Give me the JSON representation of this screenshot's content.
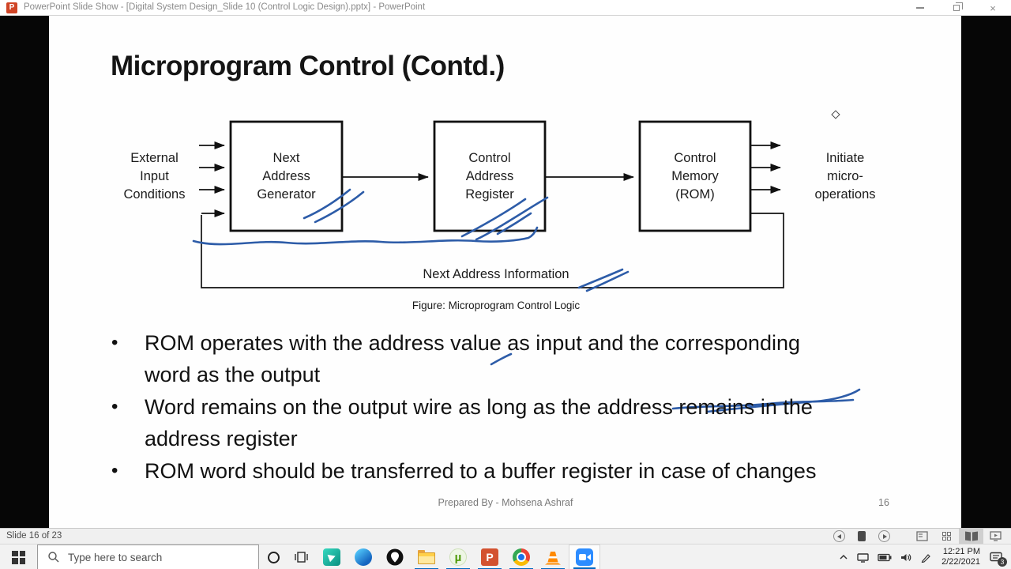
{
  "window": {
    "title": "PowerPoint Slide Show - [Digital System Design_Slide 10 (Control Logic Design).pptx] - PowerPoint",
    "app_icon_glyph": "P",
    "close_glyph": "×"
  },
  "slide": {
    "title": "Microprogram Control (Contd.)",
    "annotation_color": "#2d5ca8",
    "diagram": {
      "left_label": [
        "External",
        "Input",
        "Conditions"
      ],
      "boxes": [
        [
          "Next",
          "Address",
          "Generator"
        ],
        [
          "Control",
          "Address",
          "Register"
        ],
        [
          "Control",
          "Memory",
          "(ROM)"
        ]
      ],
      "right_label": [
        "Initiate",
        "micro-",
        "operations"
      ],
      "feedback_label": "Next Address Information",
      "caption": "Figure: Microprogram Control Logic"
    },
    "bullet_glyph": "•",
    "bullets": [
      {
        "lines": [
          "ROM operates with the address value as input and the corresponding",
          "word as the output"
        ]
      },
      {
        "lines": [
          "Word remains on the output wire as long as the address remains in the",
          "address register"
        ]
      },
      {
        "lines": [
          "ROM word should be transferred to a buffer register in case of changes"
        ]
      }
    ],
    "footer": "Prepared By - Mohsena Ashraf",
    "page_number": "16"
  },
  "status_bar": {
    "label": "Slide 16 of 23"
  },
  "taskbar": {
    "search_placeholder": "Type here to search",
    "utorrent_glyph": "µ",
    "powerpoint_glyph": "P",
    "clock_time": "12:21 PM",
    "clock_date": "2/22/2021",
    "notification_badge": "3"
  }
}
